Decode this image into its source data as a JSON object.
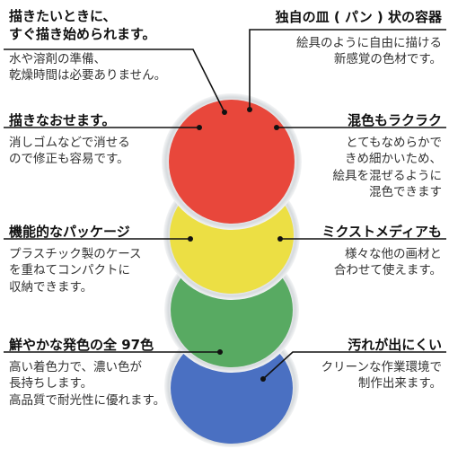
{
  "callouts": {
    "top_left": {
      "heading": "描きたいときに、\nすぐ描き始められます。",
      "body": "水や溶剤の準備、\n乾燥時間は必要ありません。"
    },
    "top_right": {
      "heading": "独自の皿 ( パン ) 状の容器",
      "body": "絵具のように自由に描ける\n新感覚の色材です。"
    },
    "mid_left_1": {
      "heading": "描きなおせます。",
      "body": "消しゴムなどで消せる\nので修正も容易です。"
    },
    "mid_right_1": {
      "heading": "混色もラクラク",
      "body": "とてもなめらかで\nきめ細かいため、\n絵具を混ぜるように\n混色できます"
    },
    "mid_left_2": {
      "heading": "機能的なパッケージ",
      "body": "プラスチック製のケース\nを重ねてコンパクトに\n収納できます。"
    },
    "mid_right_2": {
      "heading": "ミクストメディアも",
      "body": "様々な他の画材と\n合わせて使えます。"
    },
    "bottom_left": {
      "heading": "鮮やかな発色の全 97色",
      "body": "高い着色力で、濃い色が\n長持ちします。\n高品質で耐光性に優れます。"
    },
    "bottom_right": {
      "heading": "汚れが出にくい",
      "body": "クリーンな作業環境で\n制作出来ます。"
    }
  },
  "pans": [
    {
      "name": "red",
      "color": "#e8473b"
    },
    {
      "name": "yellow",
      "color": "#ecdf44"
    },
    {
      "name": "green",
      "color": "#58aa62"
    },
    {
      "name": "blue",
      "color": "#4a70c2"
    }
  ],
  "colors": {
    "leader_line": "#111111",
    "case_rim": "#e2e5e8"
  }
}
